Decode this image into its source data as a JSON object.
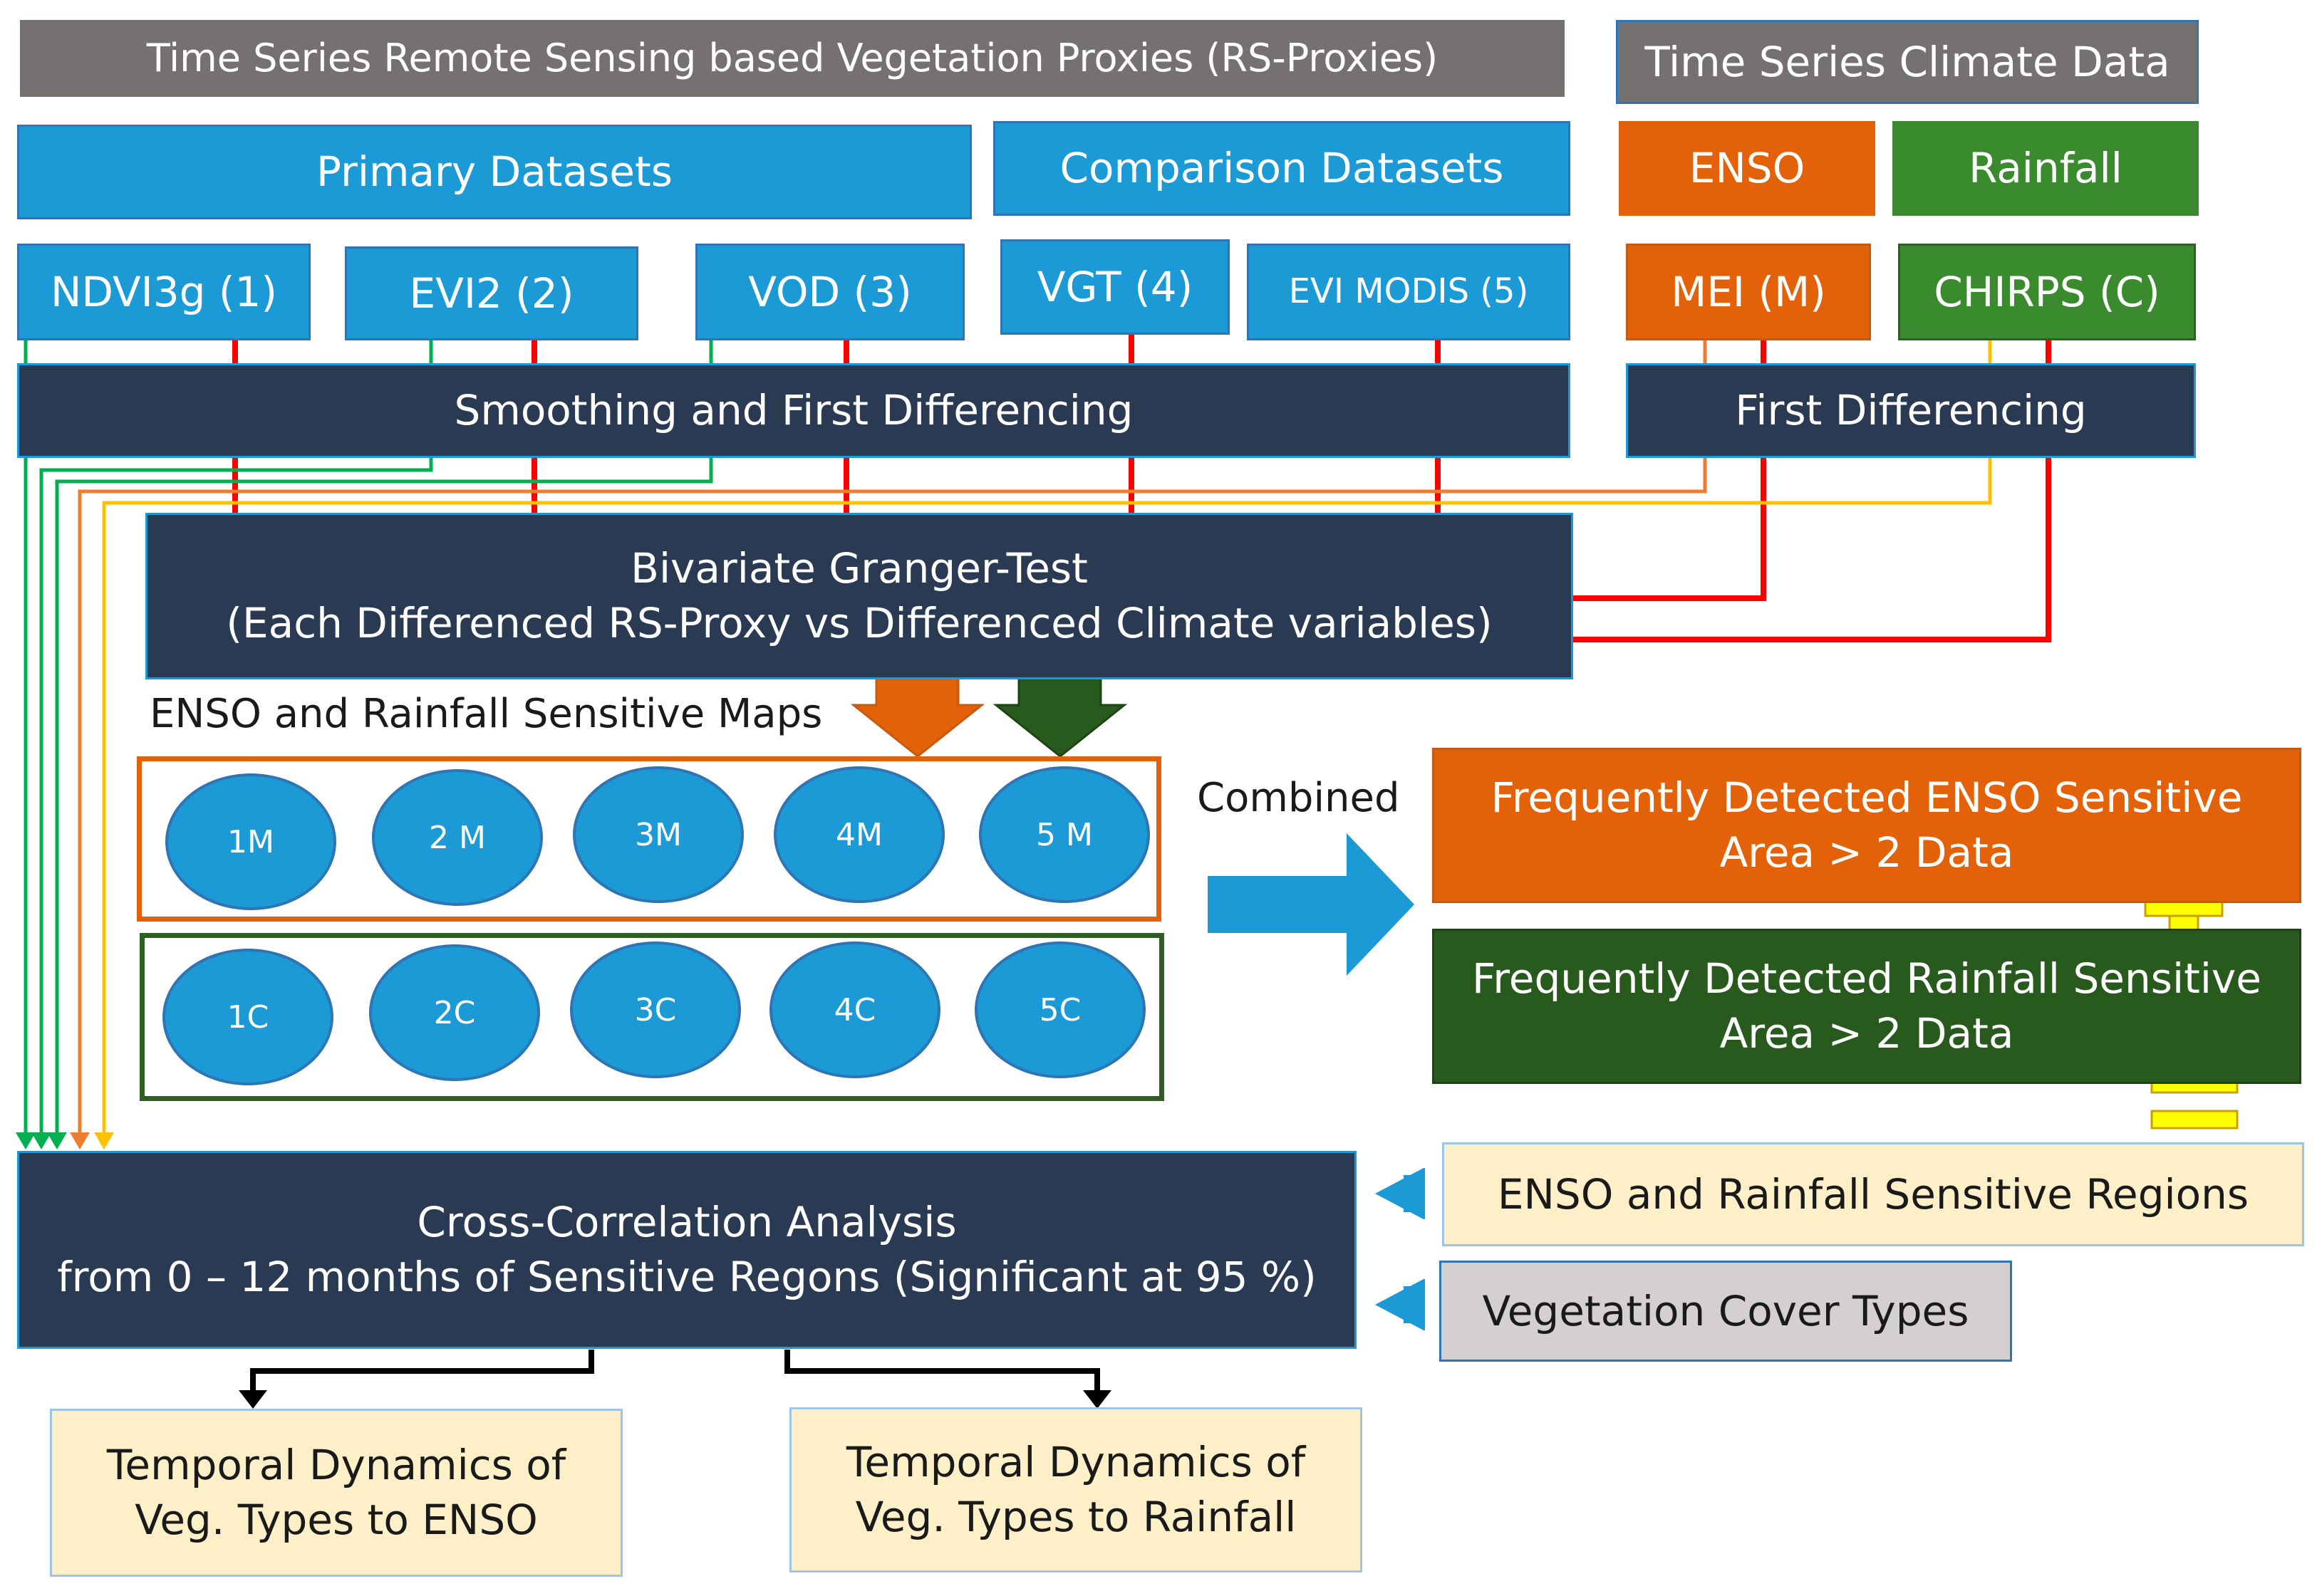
{
  "colors": {
    "header_gray": "#767171",
    "dataset_blue": "#1b9ad6",
    "process_dark": "#2a3a52",
    "enso_orange": "#e36209",
    "rainfall_green": "#3a8a2e",
    "rainfall_dark_green": "#285a1e",
    "output_cream": "#fdf0c8",
    "veg_gray": "#d4d0d1",
    "connector_red": "#ff0000",
    "connector_teal": "#00b050",
    "connector_amber": "#ffc000",
    "plus_minus_yellow": "#ffff00"
  },
  "headers": {
    "rs_proxies": "Time Series Remote Sensing based Vegetation Proxies (RS-Proxies)",
    "climate": "Time Series Climate Data"
  },
  "groups": {
    "primary": "Primary Datasets",
    "comparison": "Comparison Datasets",
    "enso": "ENSO",
    "rainfall": "Rainfall"
  },
  "datasets": {
    "ndvi3g": "NDVI3g (1)",
    "evi2": "EVI2 (2)",
    "vod": "VOD (3)",
    "vgt": "VGT (4)",
    "evi_modis": "EVI MODIS (5)",
    "mei": "MEI (M)",
    "chirps": "CHIRPS (C)"
  },
  "processing": {
    "smoothing": "Smoothing and First Differencing",
    "first_diff": "First Differencing",
    "granger_line1": "Bivariate Granger-Test",
    "granger_line2": "(Each Differenced RS-Proxy vs Differenced Climate variables)"
  },
  "maps": {
    "label": "ENSO and Rainfall Sensitive Maps",
    "enso": [
      "1M",
      "2 M",
      "3M",
      "4M",
      "5 M"
    ],
    "rainfall": [
      "1C",
      "2C",
      "3C",
      "4C",
      "5C"
    ],
    "combined": "Combined"
  },
  "frequent": {
    "enso_line1": "Frequently Detected ENSO Sensitive",
    "enso_line2": "Area > 2 Data",
    "rain_line1": "Frequently Detected Rainfall Sensitive",
    "rain_line2": "Area > 2 Data",
    "plus": "+",
    "minus": "="
  },
  "analysis": {
    "line1": "Cross-Correlation Analysis",
    "line2": "from 0 – 12 months of Sensitive Regons (Significant at 95 %)",
    "sensitive_regions": "ENSO and Rainfall Sensitive Regions",
    "veg_cover": "Vegetation Cover Types"
  },
  "outputs": {
    "enso_line1": "Temporal Dynamics of",
    "enso_line2": "Veg. Types to ENSO",
    "rain_line1": "Temporal Dynamics of",
    "rain_line2": "Veg. Types to Rainfall"
  }
}
